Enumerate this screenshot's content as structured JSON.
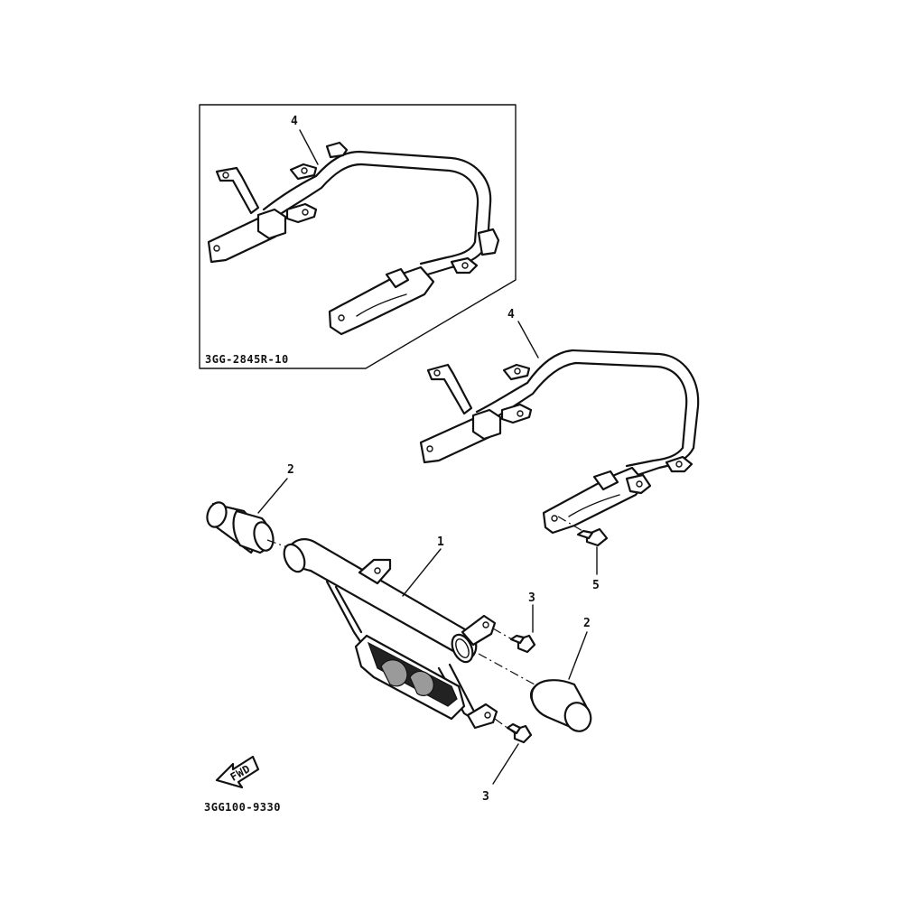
{
  "diagram": {
    "inset_code": "3GG-2845R-10",
    "figure_code": "3GG100-9330",
    "fwd_label": "FWD",
    "callouts": {
      "inset_part_4": "4",
      "part_4": "4",
      "part_2_left": "2",
      "part_1": "1",
      "part_3_upper": "3",
      "part_5": "5",
      "part_2_right": "2",
      "part_3_lower": "3"
    }
  }
}
